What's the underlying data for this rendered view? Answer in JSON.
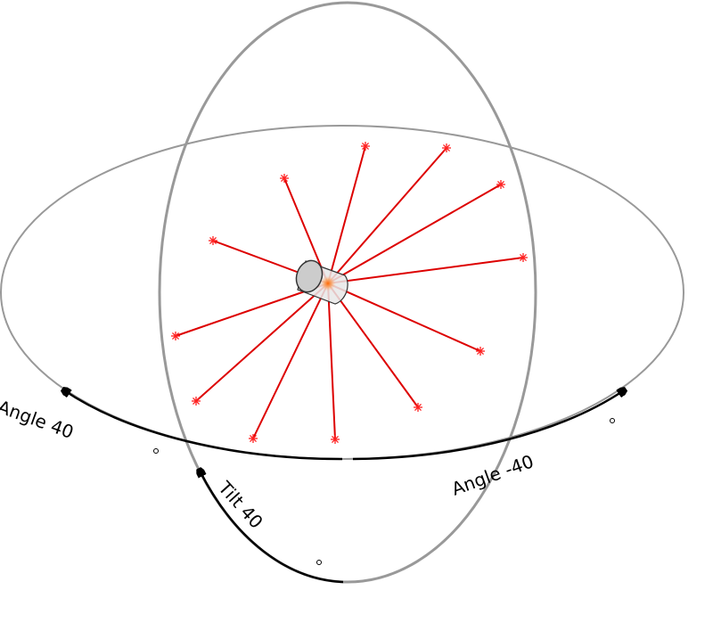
{
  "labels": {
    "angle_left": "Angle 40",
    "angle_right": "Angle -40",
    "tilt": "Tilt 40"
  },
  "values": {
    "angle_left_deg": 40,
    "angle_right_deg": -40,
    "tilt_deg": 40
  },
  "colors": {
    "orbit": "#999999",
    "arrow": "#000000",
    "ray": "#dd0000",
    "emitter_body": "#e8e8e8",
    "emitter_cap": "#cccccc",
    "source_glow": "#ff6600"
  },
  "ray_count": 12
}
